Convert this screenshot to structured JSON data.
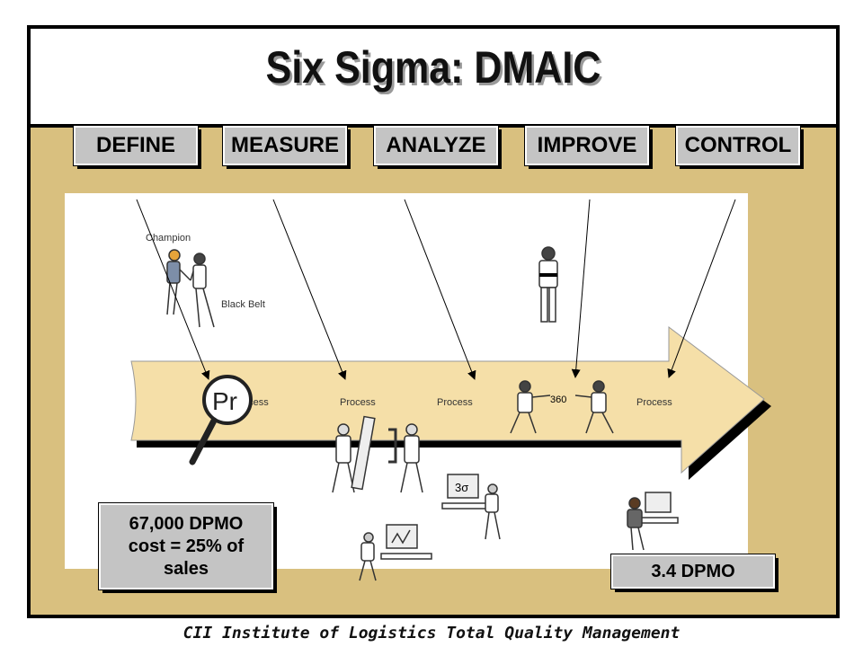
{
  "title": "Six Sigma: DMAIC",
  "phases": [
    "DEFINE",
    "MEASURE",
    "ANALYZE",
    "IMPROVE",
    "CONTROL"
  ],
  "labels": {
    "champion": "Champion",
    "black_belt": "Black Belt",
    "process": "Process",
    "process_partial": "ocess",
    "magnifier_text": "Pr",
    "sign_3sigma": "3σ",
    "sign_360": "360"
  },
  "callouts": {
    "start_line1": "67,000 DPMO",
    "start_line2": "cost = 25% of",
    "start_line3": "sales",
    "end": "3.4 DPMO"
  },
  "footer": "CII Institute of Logistics Total Quality Management",
  "colors": {
    "background": "#d9c07f",
    "arrow": "#f5dfa8",
    "button": "#c4c4c4"
  }
}
